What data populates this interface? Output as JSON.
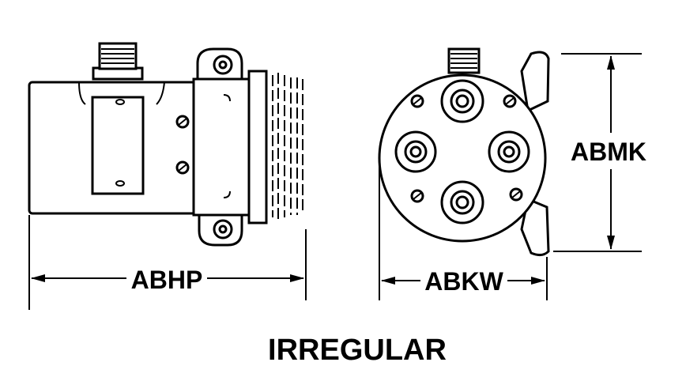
{
  "dimensions": {
    "length_label": "ABHP",
    "width_label": "ABKW",
    "height_label": "ABMK"
  },
  "title": "IRREGULAR",
  "colors": {
    "line": "#000000",
    "background": "#ffffff"
  }
}
